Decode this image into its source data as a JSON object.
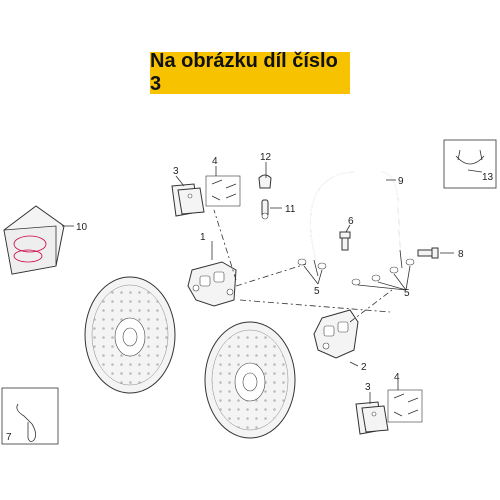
{
  "banner": {
    "text": "Na obrázku díl číslo 3"
  },
  "callouts": {
    "c1": "1",
    "c2": "2",
    "c3a": "3",
    "c3b": "3",
    "c4a": "4",
    "c4b": "4",
    "c5a": "5",
    "c5b": "5",
    "c6": "6",
    "c7": "7",
    "c8": "8",
    "c9": "9",
    "c10": "10",
    "c11": "11",
    "c12": "12",
    "c13": "13"
  }
}
